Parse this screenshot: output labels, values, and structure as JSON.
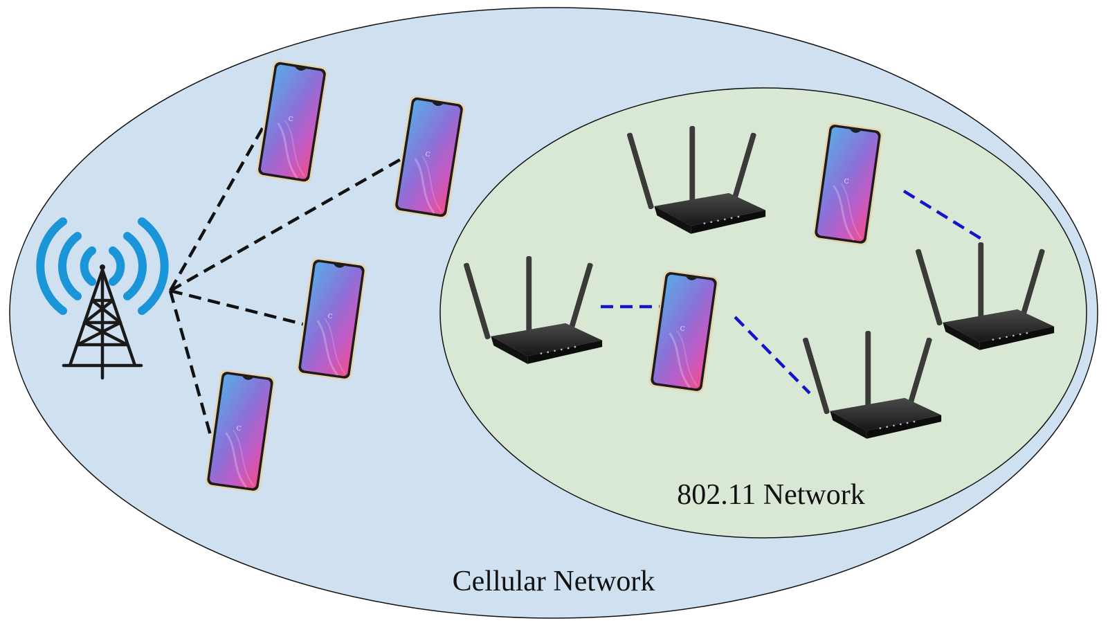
{
  "labels": {
    "cellular": "Cellular Network",
    "wlan": "802.11 Network"
  },
  "colors": {
    "cellular_fill": "#cfe0f1",
    "wlan_fill": "#d9e8d4",
    "tower_waves": "#1a95d8",
    "cellular_link": "#111111",
    "wifi_link": "#1515c8"
  },
  "icons": {
    "tower": "cell-tower-icon",
    "phone": "smartphone-icon",
    "router": "wifi-router-icon"
  },
  "links": {
    "cellular_style": "dashed",
    "wifi_style": "dashed"
  }
}
